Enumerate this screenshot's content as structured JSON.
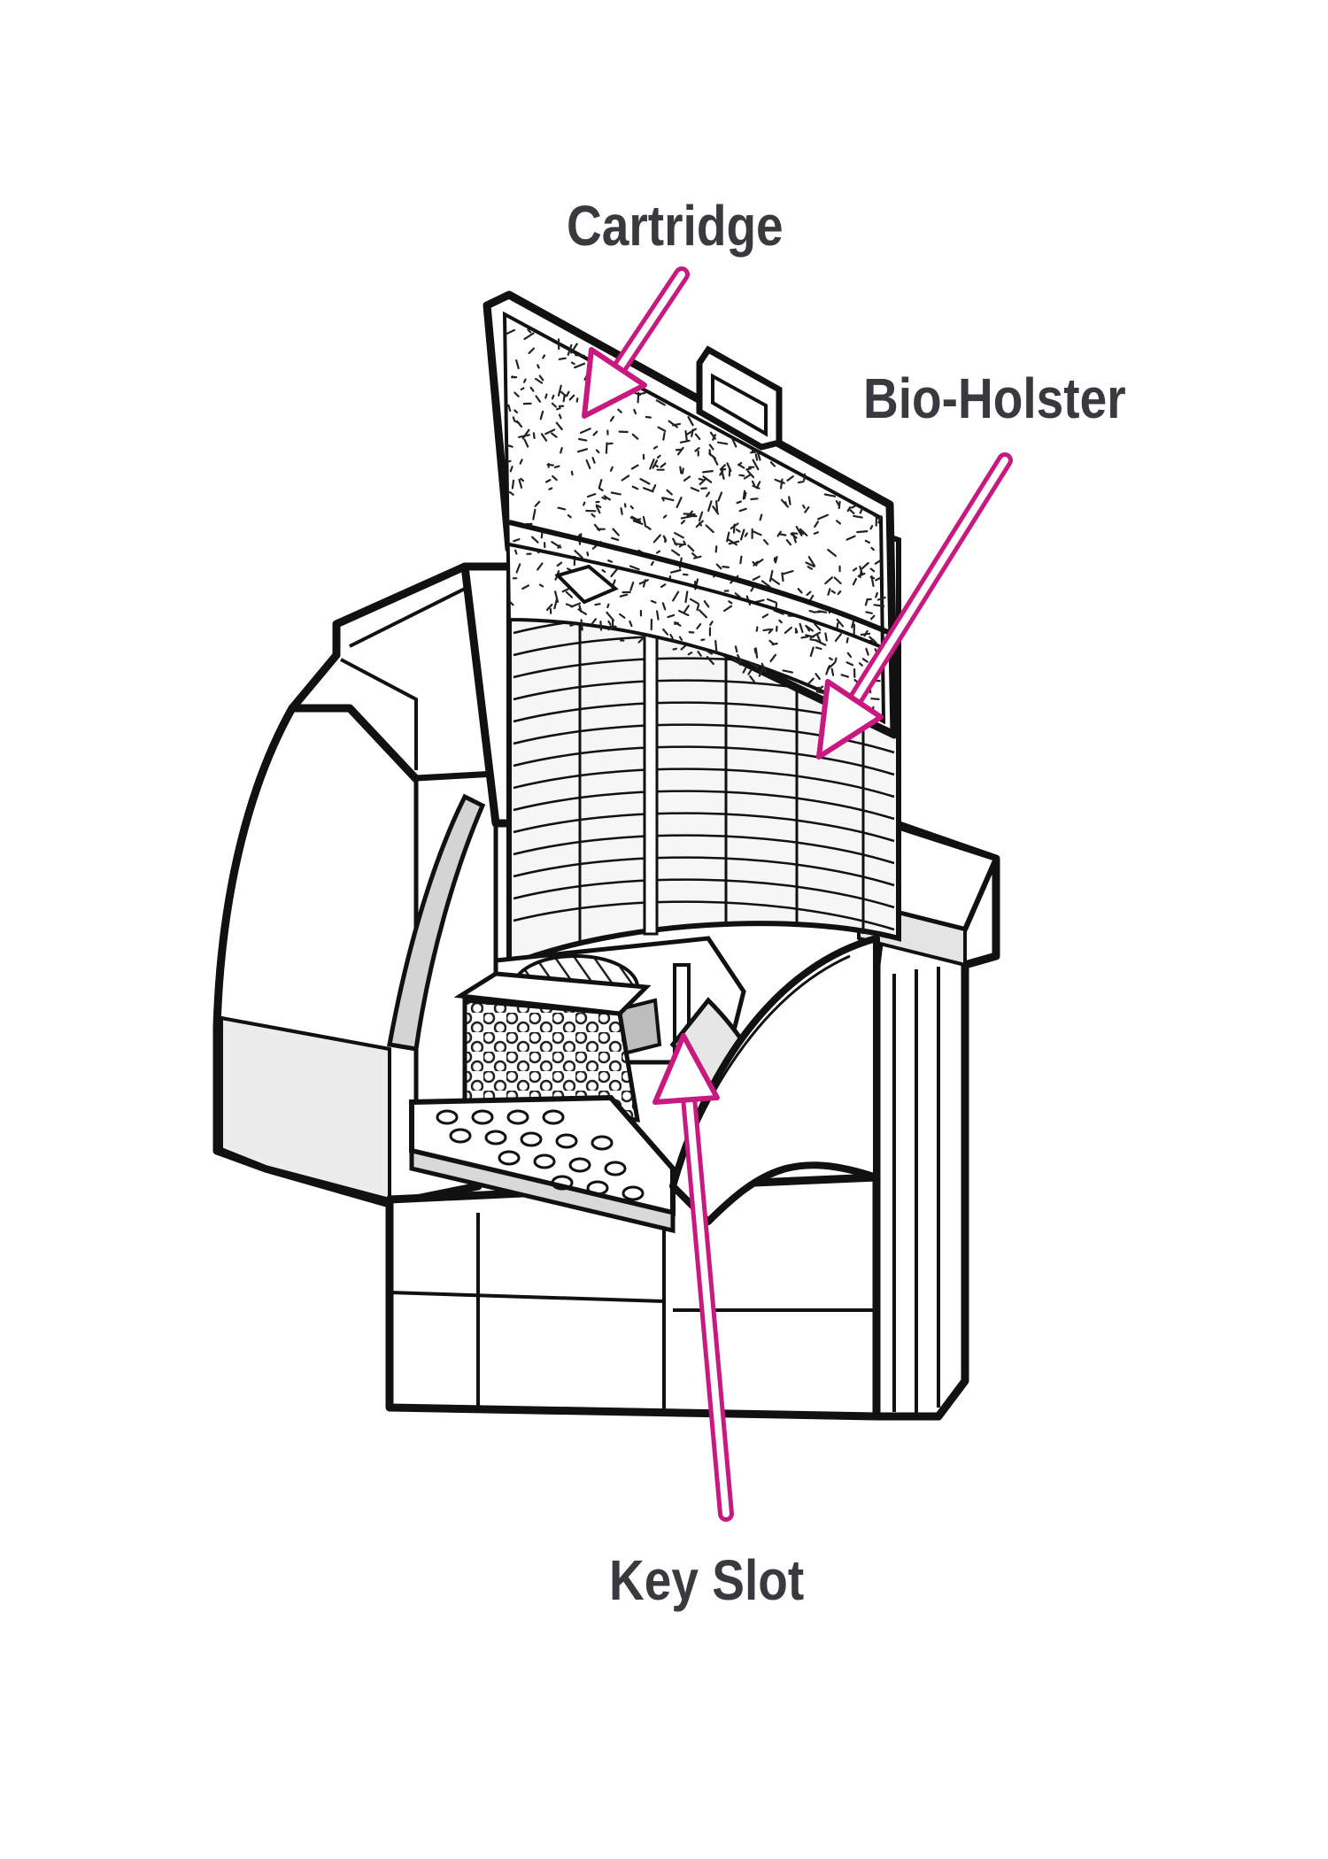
{
  "diagram": {
    "labels": {
      "cartridge": "Cartridge",
      "bio_holster": "Bio-Holster",
      "key_slot": "Key Slot"
    },
    "colors": {
      "line": "#111111",
      "arrow": "#c8197f",
      "text": "#3a3a3e",
      "shade": "#c9c9c9",
      "light_shade": "#ececec",
      "fill": "#ffffff"
    }
  }
}
